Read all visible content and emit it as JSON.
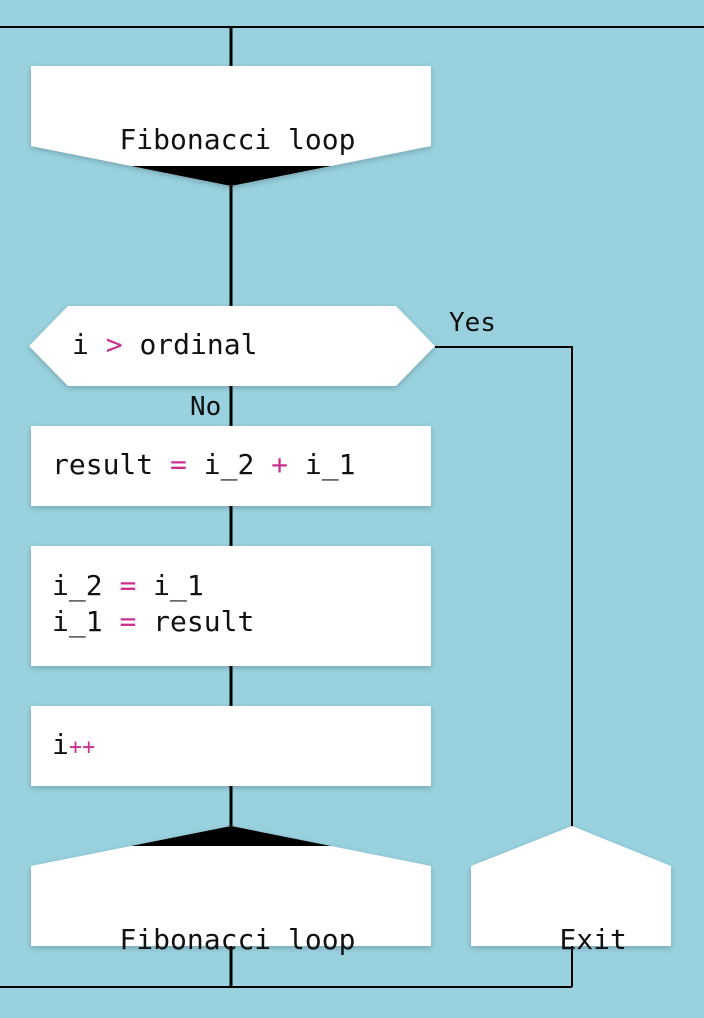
{
  "diagram": {
    "loop_start": {
      "label": "Fibonacci loop"
    },
    "condition": {
      "left": "i",
      "op": ">",
      "right": "ordinal"
    },
    "branch_yes": "Yes",
    "branch_no": "No",
    "step_result": {
      "lhs": "result",
      "eq": "=",
      "a": "i_2",
      "plus": "+",
      "b": "i_1"
    },
    "step_shift": {
      "line1": {
        "lhs": "i_2",
        "eq": "=",
        "rhs": "i_1"
      },
      "line2": {
        "lhs": "i_1",
        "eq": "=",
        "rhs": "result"
      }
    },
    "step_increment": {
      "var": "i",
      "op": "++"
    },
    "loop_end": {
      "label": "Fibonacci loop"
    },
    "exit": {
      "label": "Exit"
    }
  },
  "colors": {
    "background": "#99d1df",
    "box_fill": "#ffffff",
    "line": "#000000",
    "operator": "#c8328e",
    "text": "#111111"
  }
}
